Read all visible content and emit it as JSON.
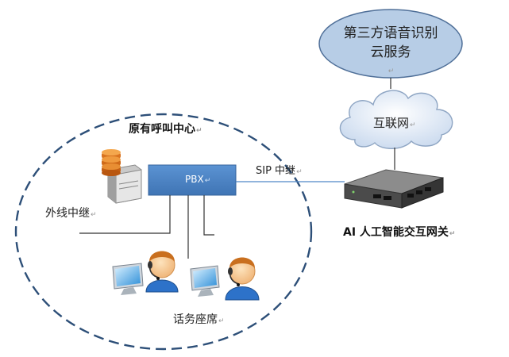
{
  "colors": {
    "cloud_fill": "#b7cde6",
    "cloud_stroke": "#4f6f98",
    "call_center_border": "#2d4f78",
    "pbx_fill": "#4f86c6",
    "line": "#333333",
    "sip_line": "#4f86c6"
  },
  "icons": [
    "cloud-service-ellipse",
    "internet-cloud-icon",
    "server-database-icon",
    "pbx-box",
    "ai-gateway-device-icon",
    "monitor-icon",
    "agent-headset-icon"
  ],
  "cloud_service": {
    "line1": "第三方语音识别",
    "line2": "云服务"
  },
  "internet": {
    "label": "互联网"
  },
  "call_center": {
    "title": "原有呼叫中心"
  },
  "pbx": {
    "label": "PBX"
  },
  "sip_trunk": {
    "label": "SIP 中继"
  },
  "outer_line": {
    "label": "外线中继"
  },
  "gateway": {
    "label": "AI 人工智能交互网关"
  },
  "agents": {
    "label": "话务座席"
  }
}
